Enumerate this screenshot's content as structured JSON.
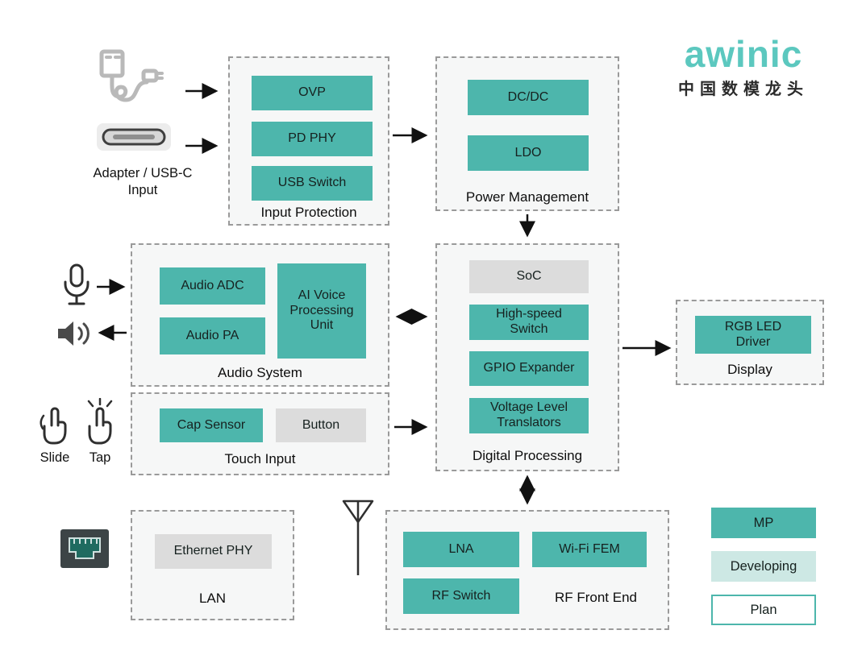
{
  "logo": {
    "brand": "awinic",
    "tagline": "中国数模龙头"
  },
  "peripheral_labels": {
    "adapter": "Adapter / USB-C\nInput",
    "slide": "Slide",
    "tap": "Tap"
  },
  "groups": {
    "input_protection": {
      "label": "Input Protection",
      "blocks": {
        "ovp": "OVP",
        "pd_phy": "PD PHY",
        "usb_switch": "USB Switch"
      }
    },
    "power_management": {
      "label": "Power Management",
      "blocks": {
        "dcdc": "DC/DC",
        "ldo": "LDO"
      }
    },
    "audio_system": {
      "label": "Audio System",
      "blocks": {
        "audio_adc": "Audio ADC",
        "audio_pa": "Audio PA",
        "ai_voice": "AI Voice\nProcessing\nUnit"
      }
    },
    "digital_processing": {
      "label": "Digital Processing",
      "blocks": {
        "soc": "SoC",
        "high_speed_switch": "High-speed\nSwitch",
        "gpio_expander": "GPIO Expander",
        "voltage_level_translators": "Voltage Level\nTranslators"
      }
    },
    "touch_input": {
      "label": "Touch Input",
      "blocks": {
        "cap_sensor": "Cap Sensor",
        "button": "Button"
      }
    },
    "display": {
      "label": "Display",
      "blocks": {
        "rgb_led_driver": "RGB LED\nDriver"
      }
    },
    "lan": {
      "label": "LAN",
      "blocks": {
        "ethernet_phy": "Ethernet PHY"
      }
    },
    "rf_front_end": {
      "label": "RF Front End",
      "blocks": {
        "lna": "LNA",
        "wifi_fem": "Wi-Fi FEM",
        "rf_switch": "RF Switch"
      }
    }
  },
  "legend": {
    "mp": "MP",
    "developing": "Developing",
    "plan": "Plan"
  },
  "colors": {
    "mp": "#4db6ac",
    "developing": "#cde8e4",
    "plain": "#dcdcdc",
    "plan_border": "#4db6ac",
    "brand": "#5cc8bf",
    "arrow": "#111111"
  }
}
